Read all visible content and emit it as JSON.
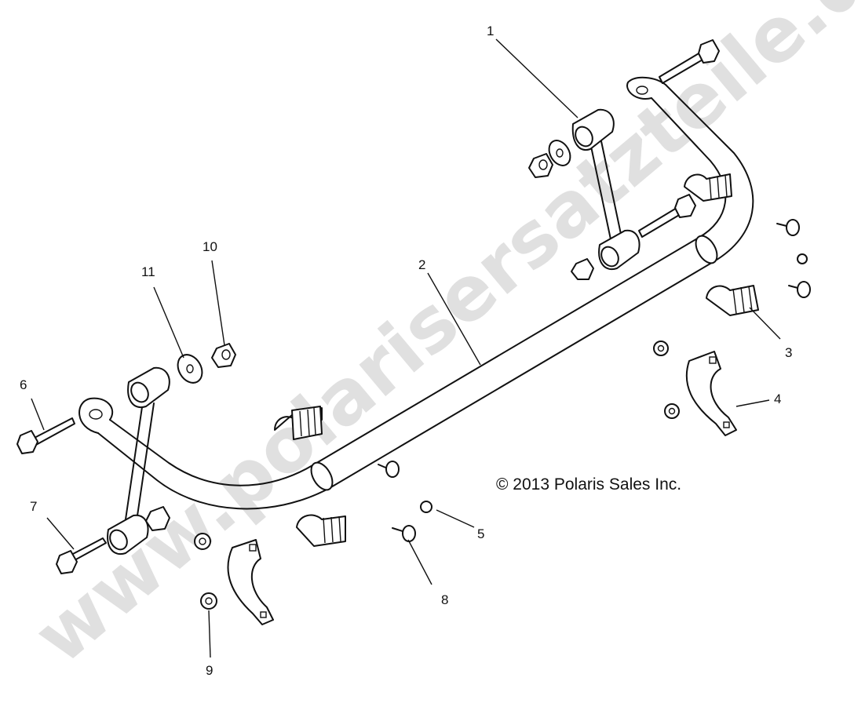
{
  "diagram": {
    "callouts": [
      "1",
      "2",
      "3",
      "4",
      "5",
      "6",
      "7",
      "8",
      "9",
      "10",
      "11"
    ],
    "copyright": "© 2013 Polaris Sales Inc.",
    "watermark": "www.polarisersatzteile.de"
  }
}
